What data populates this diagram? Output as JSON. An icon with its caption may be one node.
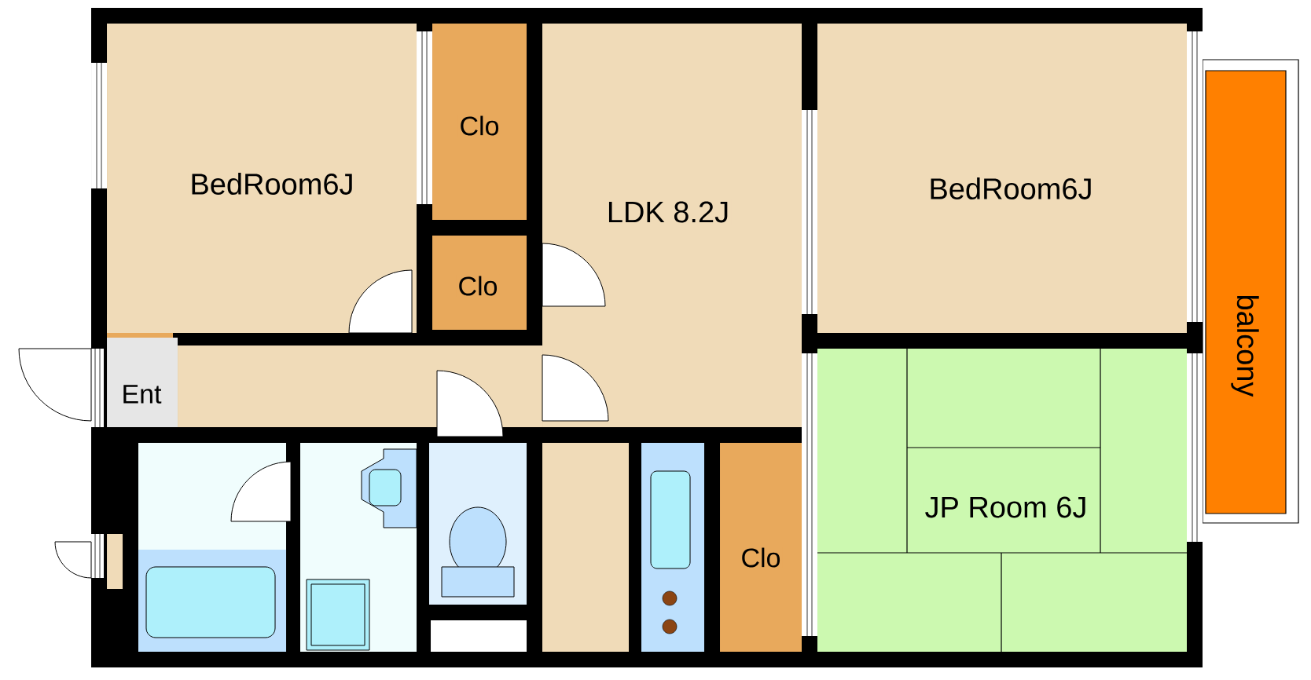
{
  "diagram": {
    "nodes": [
      {
        "text": [
          "BedRoom6J"
        ]
      },
      {
        "text": [
          "Clo"
        ]
      },
      {
        "text": [
          "Clo"
        ]
      },
      {
        "text": [
          "LDK  8.2J"
        ]
      },
      {
        "text": [
          "BedRoom6J"
        ]
      },
      {
        "text": [
          "balcony"
        ]
      },
      {
        "text": [
          "Ent"
        ]
      },
      {
        "text": [
          "JP Room 6J"
        ]
      },
      {
        "text": [
          "Clo"
        ]
      },
      {
        "text": [],
        "shape": "box"
      },
      {
        "text": [],
        "shape": "box"
      },
      {
        "text": [],
        "shape": "box"
      },
      {
        "text": [],
        "shape": "box"
      }
    ]
  }
}
